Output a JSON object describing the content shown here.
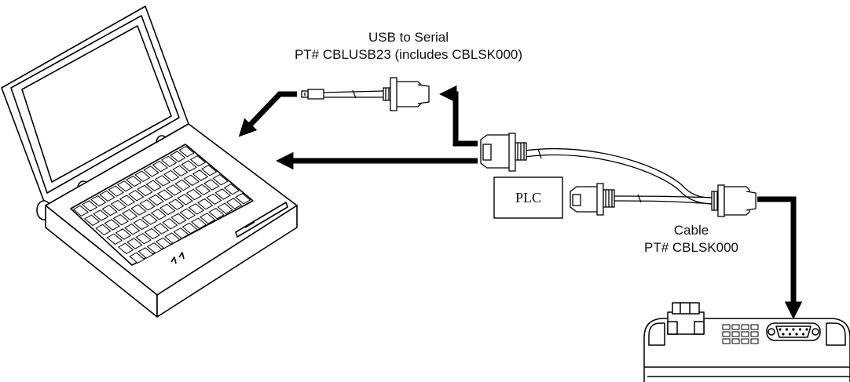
{
  "usb_label": {
    "line1": "USB to Serial",
    "line2": "PT# CBLUSB23 (includes CBLSK000)"
  },
  "cable_label": {
    "line1": "Cable",
    "line2": "PT# CBLSK000"
  },
  "plc_label": "PLC",
  "colors": {
    "stroke": "#000000",
    "fill": "#ffffff",
    "arrow": "#000000"
  }
}
